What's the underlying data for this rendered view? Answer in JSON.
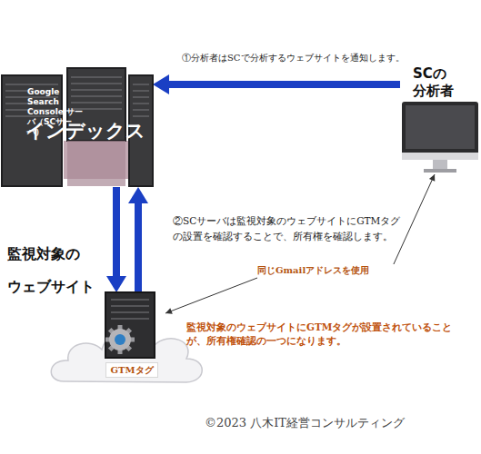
{
  "diagram": {
    "nodes": [
      {
        "text": [
          "Google Search Console サーバ（SCサーバ）",
          "インデックス"
        ]
      },
      {
        "text": [
          "SCの 分析者"
        ]
      },
      {
        "text": [
          "GTMタグ"
        ]
      }
    ],
    "edges": [
      {
        "from": 1,
        "to": 0,
        "arrow": "to",
        "label": "①分析者はSCで分析するウェブサイトを通知します。"
      },
      {
        "from": 0,
        "to": 2,
        "arrow": "to",
        "label": "②SCサーバは監視対象のウェブサイトにGTMタグの設置を確認することで、所有権を確認します。"
      },
      {
        "from": 2,
        "to": 0,
        "arrow": "to"
      },
      {
        "from": 1,
        "to": 2,
        "arrow": "both",
        "label": "同じGmailアドレスを使用"
      }
    ],
    "labels": [
      "監視対象の ウェブサイト",
      "監視対象のウェブサイトにGTMタグが設置されていることが、所有権確認の一つになります。",
      "©2023 八木IT経営コンサルティング"
    ]
  }
}
